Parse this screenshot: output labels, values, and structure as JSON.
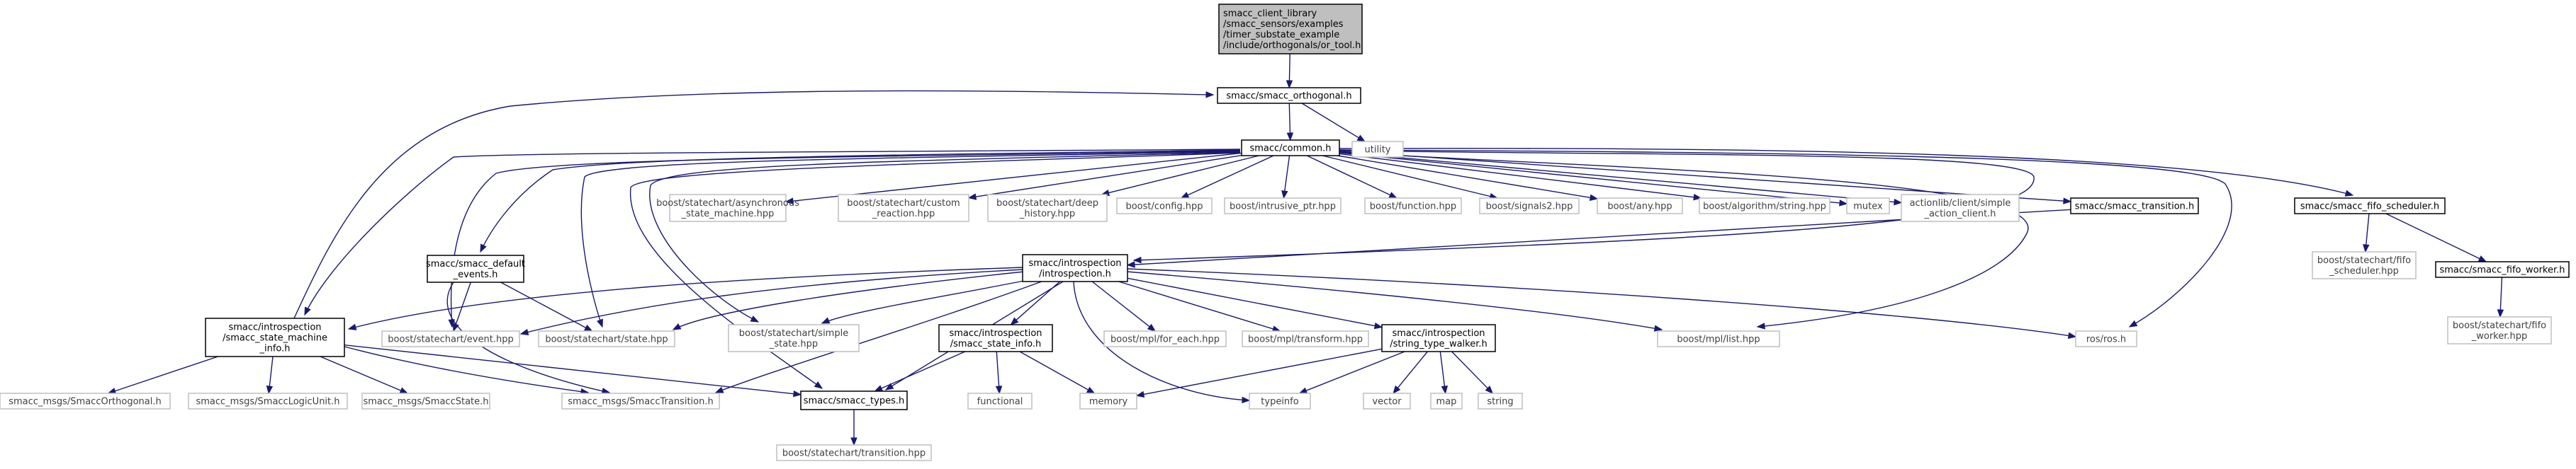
{
  "colors": {
    "edge": "#191970",
    "root_fill": "#bfbfbf",
    "border_documented": "#000000",
    "border_external": "#bfbfbf",
    "text_documented": "#000000",
    "text_external": "#404040"
  },
  "nodes": {
    "root": {
      "lines": [
        "smacc_client_library",
        "/smacc_sensors/examples",
        "/timer_substate_example",
        "/include/orthogonals/or_tool.h"
      ],
      "kind": "root"
    },
    "orthogonal": {
      "lines": [
        "smacc/smacc_orthogonal.h"
      ],
      "kind": "doc"
    },
    "utility": {
      "lines": [
        "utility"
      ],
      "kind": "ext"
    },
    "common": {
      "lines": [
        "smacc/common.h"
      ],
      "kind": "doc"
    },
    "default_events": {
      "lines": [
        "smacc/smacc_default",
        "_events.h"
      ],
      "kind": "doc"
    },
    "async_sm": {
      "lines": [
        "boost/statechart/asynchronous",
        "_state_machine.hpp"
      ],
      "kind": "ext"
    },
    "custom_reaction": {
      "lines": [
        "boost/statechart/custom",
        "_reaction.hpp"
      ],
      "kind": "ext"
    },
    "deep_history": {
      "lines": [
        "boost/statechart/deep",
        "_history.hpp"
      ],
      "kind": "ext"
    },
    "config": {
      "lines": [
        "boost/config.hpp"
      ],
      "kind": "ext"
    },
    "intrusive_ptr": {
      "lines": [
        "boost/intrusive_ptr.hpp"
      ],
      "kind": "ext"
    },
    "function": {
      "lines": [
        "boost/function.hpp"
      ],
      "kind": "ext"
    },
    "signals2": {
      "lines": [
        "boost/signals2.hpp"
      ],
      "kind": "ext"
    },
    "any": {
      "lines": [
        "boost/any.hpp"
      ],
      "kind": "ext"
    },
    "algorithm_string": {
      "lines": [
        "boost/algorithm/string.hpp"
      ],
      "kind": "ext"
    },
    "mutex": {
      "lines": [
        "mutex"
      ],
      "kind": "ext"
    },
    "actionlib": {
      "lines": [
        "actionlib/client/simple",
        "_action_client.h"
      ],
      "kind": "ext"
    },
    "transition_h": {
      "lines": [
        "smacc/smacc_transition.h"
      ],
      "kind": "doc"
    },
    "fifo_scheduler": {
      "lines": [
        "smacc/smacc_fifo_scheduler.h"
      ],
      "kind": "doc"
    },
    "sc_fifo_scheduler": {
      "lines": [
        "boost/statechart/fifo",
        "_scheduler.hpp"
      ],
      "kind": "ext"
    },
    "fifo_worker": {
      "lines": [
        "smacc/smacc_fifo_worker.h"
      ],
      "kind": "doc"
    },
    "sc_fifo_worker": {
      "lines": [
        "boost/statechart/fifo",
        "_worker.hpp"
      ],
      "kind": "ext"
    },
    "introspection": {
      "lines": [
        "smacc/introspection",
        "/introspection.h"
      ],
      "kind": "doc"
    },
    "sm_info": {
      "lines": [
        "smacc/introspection",
        "/smacc_state_machine",
        "_info.h"
      ],
      "kind": "doc"
    },
    "event_hpp": {
      "lines": [
        "boost/statechart/event.hpp"
      ],
      "kind": "ext"
    },
    "state_hpp": {
      "lines": [
        "boost/statechart/state.hpp"
      ],
      "kind": "ext"
    },
    "simple_state": {
      "lines": [
        "boost/statechart/simple",
        "_state.hpp"
      ],
      "kind": "ext"
    },
    "state_info": {
      "lines": [
        "smacc/introspection",
        "/smacc_state_info.h"
      ],
      "kind": "doc"
    },
    "for_each": {
      "lines": [
        "boost/mpl/for_each.hpp"
      ],
      "kind": "ext"
    },
    "transform": {
      "lines": [
        "boost/mpl/transform.hpp"
      ],
      "kind": "ext"
    },
    "string_type_walker": {
      "lines": [
        "smacc/introspection",
        "/string_type_walker.h"
      ],
      "kind": "doc"
    },
    "mpl_list": {
      "lines": [
        "boost/mpl/list.hpp"
      ],
      "kind": "ext"
    },
    "ros_h": {
      "lines": [
        "ros/ros.h"
      ],
      "kind": "ext"
    },
    "msg_orthogonal": {
      "lines": [
        "smacc_msgs/SmaccOrthogonal.h"
      ],
      "kind": "ext"
    },
    "msg_logicunit": {
      "lines": [
        "smacc_msgs/SmaccLogicUnit.h"
      ],
      "kind": "ext"
    },
    "msg_state": {
      "lines": [
        "smacc_msgs/SmaccState.h"
      ],
      "kind": "ext"
    },
    "msg_transition": {
      "lines": [
        "smacc_msgs/SmaccTransition.h"
      ],
      "kind": "ext"
    },
    "smacc_types": {
      "lines": [
        "smacc/smacc_types.h"
      ],
      "kind": "doc"
    },
    "functional": {
      "lines": [
        "functional"
      ],
      "kind": "ext"
    },
    "memory": {
      "lines": [
        "memory"
      ],
      "kind": "ext"
    },
    "typeinfo": {
      "lines": [
        "typeinfo"
      ],
      "kind": "ext"
    },
    "vector": {
      "lines": [
        "vector"
      ],
      "kind": "ext"
    },
    "map": {
      "lines": [
        "map"
      ],
      "kind": "ext"
    },
    "string": {
      "lines": [
        "string"
      ],
      "kind": "ext"
    },
    "sc_transition": {
      "lines": [
        "boost/statechart/transition.hpp"
      ],
      "kind": "ext"
    }
  },
  "edges": [
    [
      "root",
      "orthogonal"
    ],
    [
      "orthogonal",
      "common"
    ],
    [
      "orthogonal",
      "utility"
    ],
    [
      "common",
      "async_sm"
    ],
    [
      "common",
      "custom_reaction"
    ],
    [
      "common",
      "deep_history"
    ],
    [
      "common",
      "config"
    ],
    [
      "common",
      "intrusive_ptr"
    ],
    [
      "common",
      "function"
    ],
    [
      "common",
      "signals2"
    ],
    [
      "common",
      "any"
    ],
    [
      "common",
      "algorithm_string"
    ],
    [
      "common",
      "mutex"
    ],
    [
      "common",
      "actionlib"
    ],
    [
      "common",
      "transition_h"
    ],
    [
      "common",
      "fifo_scheduler"
    ],
    [
      "common",
      "default_events"
    ],
    [
      "common",
      "introspection"
    ],
    [
      "common",
      "sm_info"
    ],
    [
      "common",
      "event_hpp"
    ],
    [
      "common",
      "state_hpp"
    ],
    [
      "common",
      "simple_state"
    ],
    [
      "common",
      "smacc_types"
    ],
    [
      "common",
      "mpl_list"
    ],
    [
      "common",
      "ros_h"
    ],
    [
      "sm_info",
      "orthogonal"
    ],
    [
      "transition_h",
      "introspection"
    ],
    [
      "fifo_scheduler",
      "sc_fifo_scheduler"
    ],
    [
      "fifo_scheduler",
      "fifo_worker"
    ],
    [
      "fifo_worker",
      "sc_fifo_worker"
    ],
    [
      "default_events",
      "event_hpp"
    ],
    [
      "default_events",
      "state_hpp"
    ],
    [
      "default_events",
      "msg_transition"
    ],
    [
      "introspection",
      "sm_info"
    ],
    [
      "introspection",
      "event_hpp"
    ],
    [
      "introspection",
      "state_hpp"
    ],
    [
      "introspection",
      "simple_state"
    ],
    [
      "introspection",
      "state_info"
    ],
    [
      "introspection",
      "for_each"
    ],
    [
      "introspection",
      "transform"
    ],
    [
      "introspection",
      "string_type_walker"
    ],
    [
      "introspection",
      "mpl_list"
    ],
    [
      "introspection",
      "ros_h"
    ],
    [
      "introspection",
      "msg_transition"
    ],
    [
      "introspection",
      "smacc_types"
    ],
    [
      "introspection",
      "typeinfo"
    ],
    [
      "sm_info",
      "msg_orthogonal"
    ],
    [
      "sm_info",
      "msg_logicunit"
    ],
    [
      "sm_info",
      "msg_state"
    ],
    [
      "sm_info",
      "msg_transition"
    ],
    [
      "sm_info",
      "smacc_types"
    ],
    [
      "state_info",
      "functional"
    ],
    [
      "state_info",
      "memory"
    ],
    [
      "state_info",
      "smacc_types"
    ],
    [
      "string_type_walker",
      "memory"
    ],
    [
      "string_type_walker",
      "typeinfo"
    ],
    [
      "string_type_walker",
      "vector"
    ],
    [
      "string_type_walker",
      "map"
    ],
    [
      "string_type_walker",
      "string"
    ],
    [
      "smacc_types",
      "sc_transition"
    ]
  ]
}
